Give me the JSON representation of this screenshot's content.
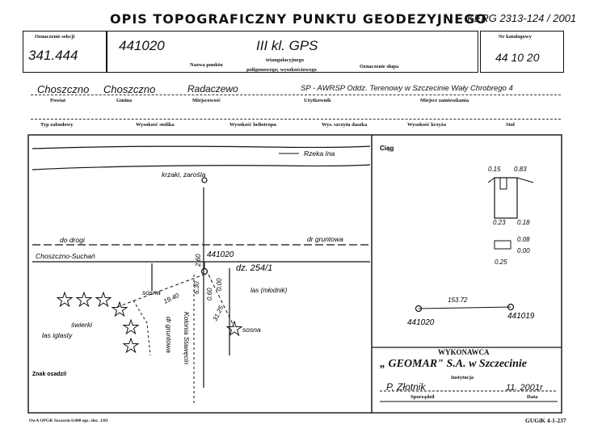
{
  "header": {
    "title": "OPIS TOPOGRAFICZNY PUNKTU GEODEZYJNEGO",
    "kerg": "KERG 2313-124 / 2001"
  },
  "section": {
    "label": "Oznaczenie sekcji",
    "value": "341.444"
  },
  "point": {
    "number": "441020",
    "class": "III kl. GPS",
    "name_label": "Nazwa punktu",
    "type_line1": "triangulacyjnego",
    "type_line2": "poligonowego; wysokościowego",
    "pillar_label": "Oznaczenie słupa"
  },
  "catalog": {
    "label": "Nr katalogowy",
    "value": "44 10 20"
  },
  "location": {
    "powiat": "Choszczno",
    "gmina": "Choszczno",
    "miejscowosc": "Radaczewo",
    "uzytkownik": "SP - AWRSP Oddz. Terenowy w Szczecinie Wały Chrobrego 4",
    "labels": [
      "Powiat",
      "Gmina",
      "Miejscowość",
      "Użytkownik",
      "Miejsce zamieszkania"
    ]
  },
  "fields": [
    "Typ zabudowy",
    "Wysokość stolika",
    "Wysokość heliotropu",
    "Wys. szczytu daszka",
    "Wysokość krzyża",
    "Stoł"
  ],
  "map": {
    "river": "Rzeka Ina",
    "bushes": "krzaki, zarośla",
    "to_road": "do drogi",
    "road": "Choszczno-Suchań",
    "dirt_road": "dr gruntowa",
    "point": "441020",
    "parcel": "dz. 254/1",
    "forest_young": "las (młodnik)",
    "pine1": "sosna",
    "pine2": "sosna",
    "spruce": "świerki",
    "conifer": "las iglasty",
    "dirt_road2": "dr gruntowa",
    "colony": "Kolonia Stawęcin",
    "d1": "2.60",
    "d2": "6.30",
    "d3": "0.60",
    "d4": "0.00",
    "d5": "19.40",
    "d6": "31.25",
    "corner": "Znak osadzil"
  },
  "ciag": {
    "label": "Ciąg",
    "d_top": "0.15",
    "d_top2": "0.83",
    "d_mid": "0.23",
    "d_mid2": "0.18",
    "d_low1": "0.08",
    "d_low2": "0.00",
    "d_bottom": "0.25",
    "distance": "153.72",
    "p1": "441020",
    "p2": "441019"
  },
  "contractor": {
    "label": "WYKONAWCA",
    "name": "„ GEOMAR\" S.A. w Szczecinie",
    "institution": "Instytucja",
    "person": "P. Złotnik",
    "date": "11. 2001r",
    "made_by": "Sporządził",
    "date_label": "Data"
  },
  "footer": {
    "left": "OwA OPGK Szczecin 6.000 egz. zlec. 1/83",
    "right": "GUGiK 4-1-237"
  }
}
